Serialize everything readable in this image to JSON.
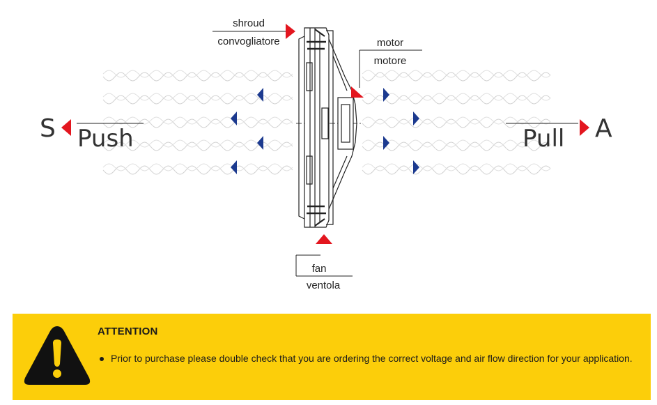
{
  "labels": {
    "shroud_en": "shroud",
    "shroud_it": "convogliatore",
    "motor_en": "motor",
    "motor_it": "motore",
    "fan_en": "fan",
    "fan_it": "ventola",
    "push_letter": "S",
    "push_label": "Push",
    "pull_letter": "A",
    "pull_label": "Pull"
  },
  "attention": {
    "title": "ATTENTION",
    "items": [
      "Prior to purchase please double check that you are ordering the correct voltage and air flow direction for your application."
    ]
  },
  "colors": {
    "red_arrow": "#e3161f",
    "blue_arrow": "#1c3a8f",
    "banner": "#fcce0a",
    "waves": "#cfcfcf"
  },
  "icons": [
    "warning-triangle-icon"
  ]
}
